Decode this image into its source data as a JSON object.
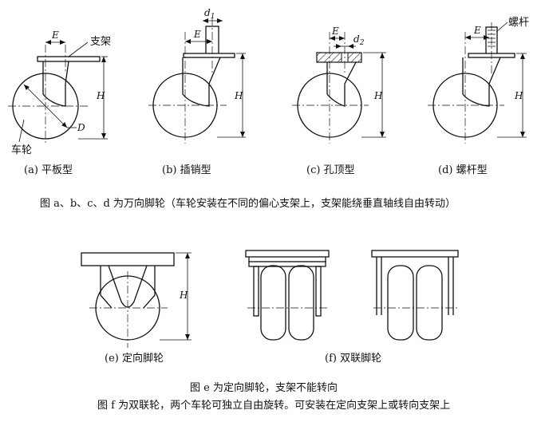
{
  "figures": {
    "a": {
      "caption": "(a) 平板型",
      "labels": {
        "E": "E",
        "bracket": "支架",
        "H": "H",
        "D": "D",
        "wheel": "车轮"
      }
    },
    "b": {
      "caption": "(b) 插销型",
      "labels": {
        "d1": "d",
        "d1_sub": "1",
        "E": "E",
        "H": "H"
      }
    },
    "c": {
      "caption": "(c) 孔顶型",
      "labels": {
        "E": "E",
        "d2": "d",
        "d2_sub": "2",
        "H": "H"
      }
    },
    "d": {
      "caption": "(d) 螺杆型",
      "labels": {
        "E": "E",
        "screw": "螺杆",
        "H": "H"
      }
    },
    "e": {
      "caption": "(e) 定向脚轮",
      "labels": {
        "H": "H"
      }
    },
    "f": {
      "caption": "(f) 双联脚轮"
    }
  },
  "notes": {
    "top_note": "图 a、b、c、d 为万向脚轮（车轮安装在不同的偏心支架上，支架能绕垂直轴线自由转动）",
    "bottom_note_1": "图 e 为定向脚轮，支架不能转向",
    "bottom_note_2": "图 f 为双联轮，两个车轮可独立自由旋转。可安装在定向支架上或转向支架上"
  }
}
